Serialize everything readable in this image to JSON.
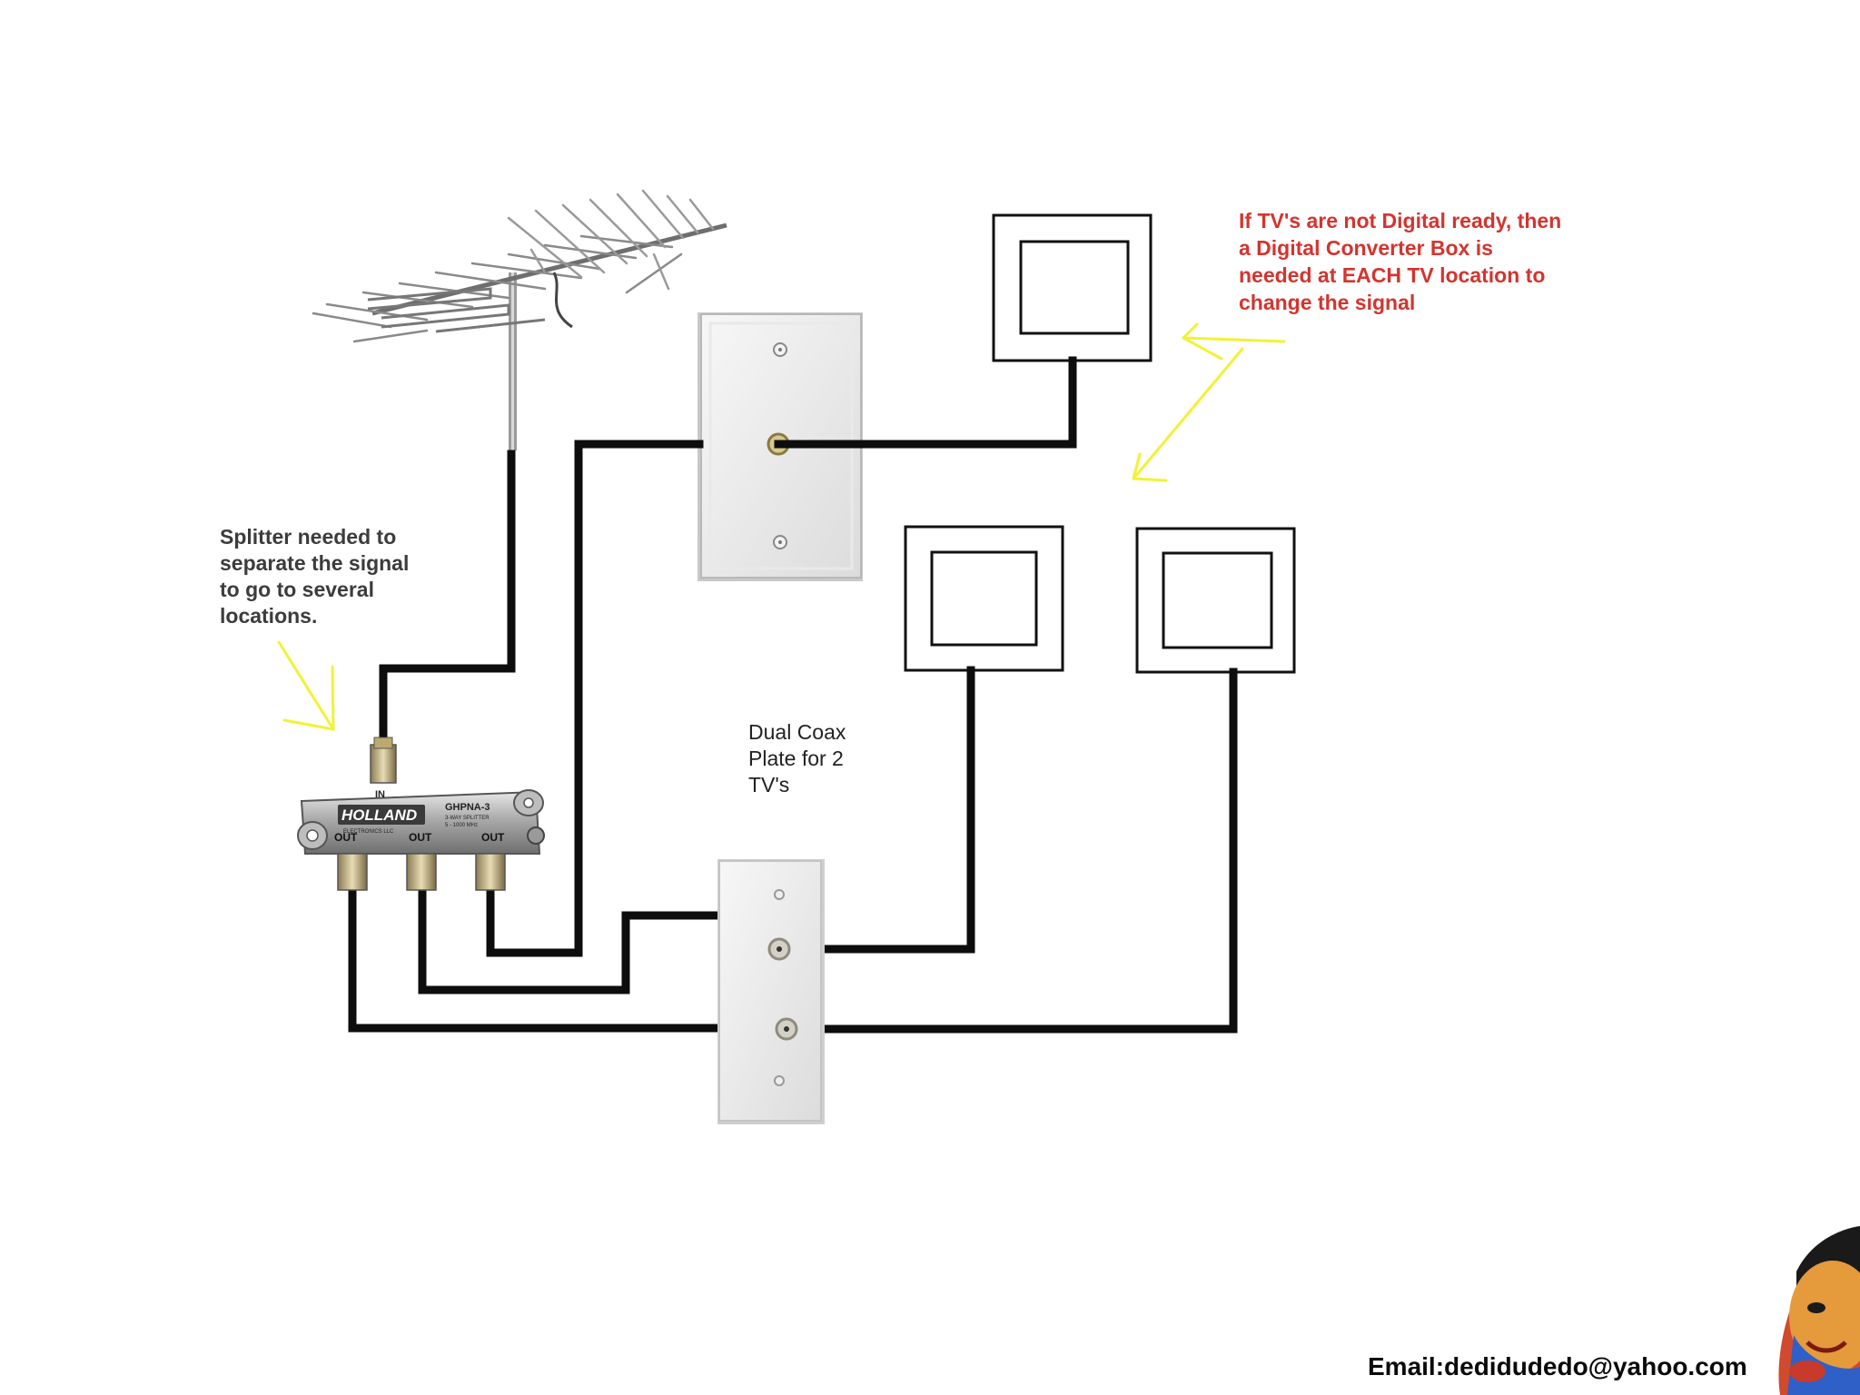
{
  "colors": {
    "cable": "#0d0d0d",
    "arrow": "#f2f235",
    "annotation_red": "#d4342f",
    "annotation_gray": "#3c3c3c"
  },
  "diagram": {
    "splitter_note": {
      "lines": [
        "Splitter needed to",
        "separate the signal",
        "to go to several",
        "locations."
      ]
    },
    "converter_note": {
      "lines": [
        "If TV's are not Digital ready, then",
        "a Digital Converter Box is",
        "needed at EACH TV location to",
        "change the signal"
      ]
    },
    "coax_note": {
      "lines": [
        "Dual Coax",
        "Plate for 2",
        "TV's"
      ]
    },
    "splitter": {
      "in_label": "IN",
      "brand": "HOLLAND",
      "brand_sub": "ELECTRONICS LLC",
      "model": "GHPNA-3",
      "model_sub1": "3-WAY SPLITTER",
      "model_sub2": "5 - 1000 MHz",
      "out_label_1": "OUT",
      "out_label_2": "OUT",
      "out_label_3": "OUT"
    },
    "email": "Email:dedidudedo@yahoo.com"
  },
  "icons": {
    "antenna": "tv-antenna-icon",
    "splitter": "coax-splitter-icon",
    "single_plate": "single-coax-wall-plate-icon",
    "dual_plate": "dual-coax-wall-plate-icon",
    "tv": "tv-screen-icon",
    "avatar": "avatar-icon"
  }
}
